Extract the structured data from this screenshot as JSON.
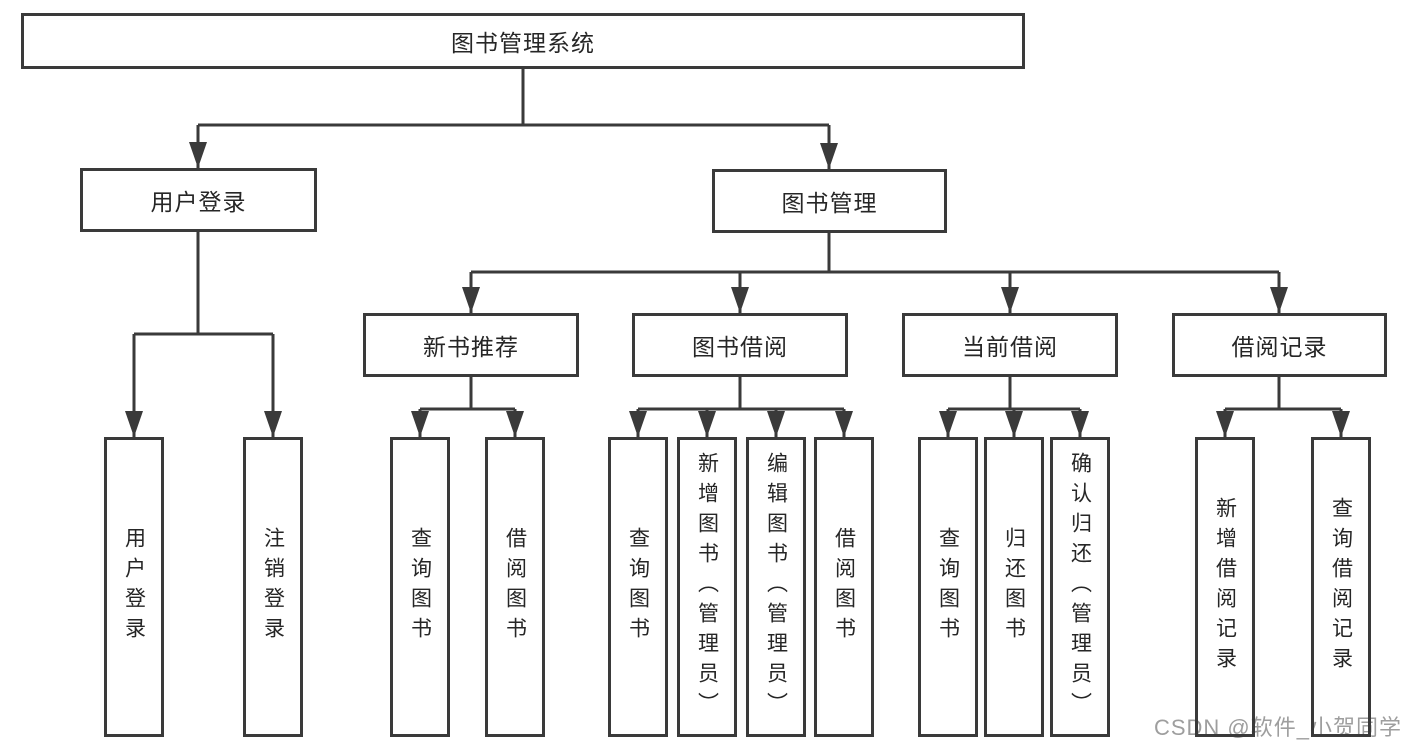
{
  "diagram_title": "图书管理系统",
  "root": {
    "label": "图书管理系统"
  },
  "branches": [
    {
      "label": "用户登录",
      "leaves": [
        {
          "label": "用户登录"
        },
        {
          "label": "注销登录"
        }
      ]
    },
    {
      "label": "图书管理",
      "groups": [
        {
          "label": "新书推荐",
          "leaves": [
            {
              "label": "查询图书"
            },
            {
              "label": "借阅图书"
            }
          ]
        },
        {
          "label": "图书借阅",
          "leaves": [
            {
              "label": "查询图书"
            },
            {
              "label": "新增图书（管理员）"
            },
            {
              "label": "编辑图书（管理员）"
            },
            {
              "label": "借阅图书"
            }
          ]
        },
        {
          "label": "当前借阅",
          "leaves": [
            {
              "label": "查询图书"
            },
            {
              "label": "归还图书"
            },
            {
              "label": "确认归还（管理员）"
            }
          ]
        },
        {
          "label": "借阅记录",
          "leaves": [
            {
              "label": "新增借阅记录"
            },
            {
              "label": "查询借阅记录"
            }
          ]
        }
      ]
    }
  ],
  "watermark": {
    "text": "CSDN @软件_小贺同学"
  },
  "colors": {
    "line": "#3a3a3a",
    "text": "#262626",
    "watermark": "#9e9e9e",
    "background": "#ffffff"
  }
}
